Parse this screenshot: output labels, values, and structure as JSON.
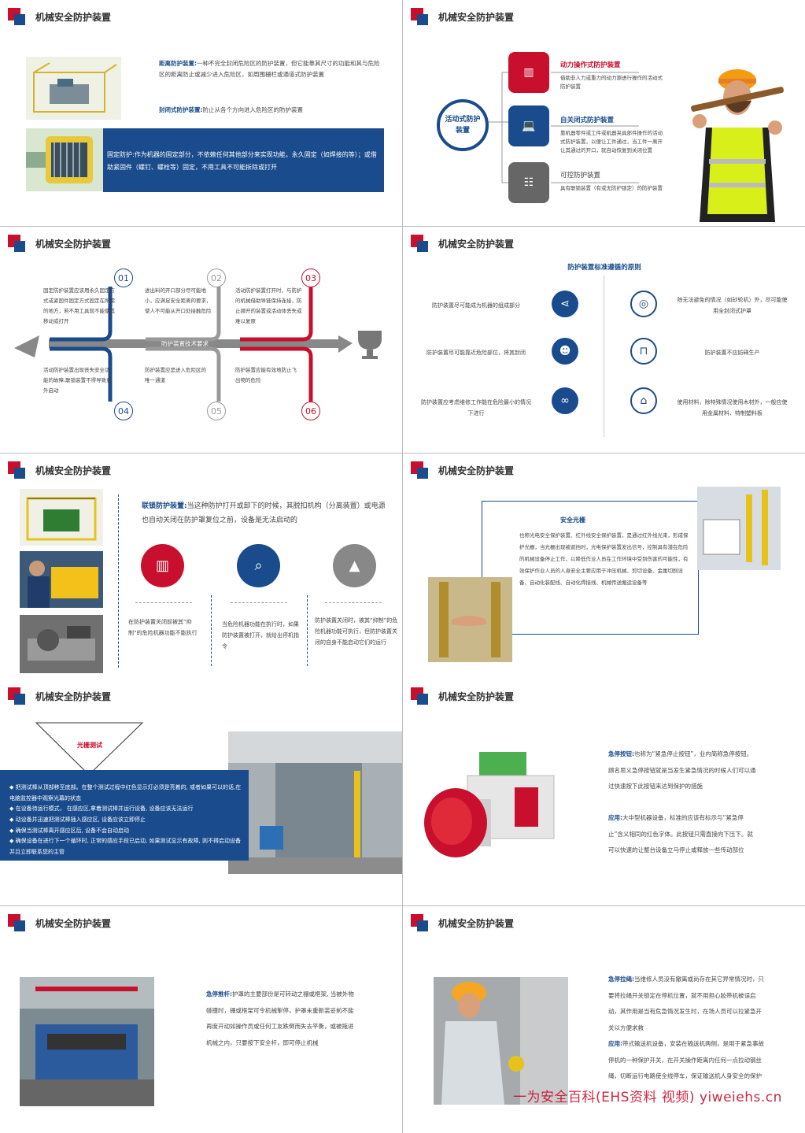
{
  "slide_title": "机械安全防护装置",
  "s1": {
    "dist_label": "距离防护装置:",
    "dist_text": "一种不完全封闭危险区的防护装置，但它能靠其尺寸的功能和其与危险区的距离防止或减少进入危险区，如周围栅栏或通道式防护装置",
    "closed_label": "封闭式防护装置:",
    "closed_text": "防止从各个方向进入危险区的防护装置",
    "fixed_text": "固定防护:作为机器的固定部分，不依赖任何其他部分来实现功能，永久固定（如焊接的等）；或借助紧固件（螺钉、螺栓等）固定，不用工具不可能拆除或打开"
  },
  "s2": {
    "center": "活动式防护装置",
    "items": [
      {
        "title": "动力操作式防护装置",
        "desc": "借助非人力或重力的动力源进行操作的活动式防护装置"
      },
      {
        "title": "自关闭式防护装置",
        "desc": "靠机器零件或工件或机器夹具部件操作的活动式防护装置，以便让工件通过，当工件一离开让其通过的开口，就自动恢复到关闭位置"
      },
      {
        "title": "可控防护装置",
        "desc": "具有联锁装置（有或无防护锁定）的防护装置"
      }
    ]
  },
  "s3": {
    "arrow_label": "防护装置技术要求",
    "items": [
      {
        "num": "01",
        "text": "固定防护装置应该用永久固定方式或紧固件固定方式固定在所需的地方，若不用工具就不能使其移动或打开"
      },
      {
        "num": "02",
        "text": "进出料的开口部分尽可能地小，应满足安全距离的要求，使人不可能从开口处接触危险"
      },
      {
        "num": "03",
        "text": "活动防护装置打开时，与防护的机械借助导链保持连接，防止挪开的装置或活动体丢失或难以复原"
      },
      {
        "num": "04",
        "text": "活动防护装置出现丧失安全功能的故障,联锁装置不得导致意外启动"
      },
      {
        "num": "05",
        "text": "防护装置应是进入危险区的唯一通道"
      },
      {
        "num": "06",
        "text": "防护装置应能有效地防止飞出物的危险"
      }
    ]
  },
  "s4": {
    "title": "防护装置标准遵循的原则",
    "left": [
      "防护装置尽可能成为机器的组成部分",
      "防护装置尽可能靠近危险部位，将其封闭",
      "防护装置应考虑维修工作能在危险最小的情况下进行"
    ],
    "right": [
      "除无法避免的情况（如砂轮机）外，尽可能使用全封闭式护罩",
      "防护装置不应妨碍生产",
      "使用材料，除特殊情况使用木材外，一般应使用金属材料、特制塑料板"
    ]
  },
  "s5": {
    "label": "联锁防护装置:",
    "text": "当这种防护打开或卸下的时候，其脱扣机构（分离装置）或电源也自动关闭在防护罩复位之前，设备是无法启动的",
    "cols": [
      "在防护装置关闭前被其“抑制”的危险机器功能不能执行",
      "当危险机器功能在执行时，如果防护装置被打开，就给出停机指令",
      "防护装置关闭时，被其“抑制”的危险机器功能可执行，但防护装置关闭的自身不能启动它们的运行"
    ]
  },
  "s6": {
    "title": "安全光栅",
    "text": "也称光电安全保护装置、红外线安全保护装置，是通过红外线光束，形成保护光栅，当光栅出现被遮挡时，光电保护装置发出信号，控制具有潜在危险的机械设备停止工作，以降低作业人员在工作环境中受到伤害的可能性，有效保护作业人员的人身安全主要应用于冲压机械、剪切设备、金属切削设备、自动化装配线、自动化焊接线、机械传送搬运设备等"
  },
  "s7": {
    "tri": "光栅测试",
    "bullets": [
      "把测试棒从顶部移至底部。在整个测试过程中红色显示灯必须是亮着的, 或者如果可以的话,在电脑监控器中观察光幕的状态",
      "在设备待运行模式， 在感应区,拿着测试棒并运行设备, 设备应该无法运行",
      "动设备并迅速把测试棒插入感应区, 设备应该立即停止",
      "确保当测试棒离开感应区后, 设备不会自动启动",
      "确保设备在进行下一个循环时, 正常的感应手段已启动, 如果测试显示有故障, 则不得启动设备并且立即联系您的主管"
    ]
  },
  "s8": {
    "label1": "急停按钮:",
    "text1": "也称为“紧急停止按钮”，业内简称急停按钮。顾名思义急停按钮就是当发生紧急情况的时候人们可以通过快速按下此按钮来达到保护的措施",
    "label2": "应用:",
    "text2": "大中型机器设备，标准的应该有标示与“紧急停止”含义相同的红色字体。此按钮只需直接向下压下。就可以快速的让整台设备立马停止或释放一些传动部位"
  },
  "s9": {
    "label": "急停推杆:",
    "text": "护罩的主要部份是可转动之栅或框架, 当被外物碰撞时，栅或框架可令机械掣停，护罩未重新装妥前不能再度开动如操作员或任何工友跌倒而失去平衡，或被拖进机械之内，只要按下安全杆，即可停止机械"
  },
  "s10": {
    "label1": "急停拉绳:",
    "text1": "当维修人员没有撤离或尚存在其它异常情况时，只要将拉绳开关锁定在停机位置，就不用担心胶带机被误启动，其作用是当有危急情况发生时，在场人员可以拉紧急开关以方便求救",
    "label2": "应用:",
    "text2": "带式输送机设备，安装在输送机两侧，是用于紧急事故停机的一种保护开关，在开关操作距离内任何一点拉动钢丝绳，切断运行电路使全线停车，保证输送机人身安全的保护"
  },
  "watermark": "一为安全百科(EHS资料 视频) yiweiehs.cn",
  "colors": {
    "red": "#c8102e",
    "blue": "#1a4b8c",
    "gray": "#666666"
  }
}
